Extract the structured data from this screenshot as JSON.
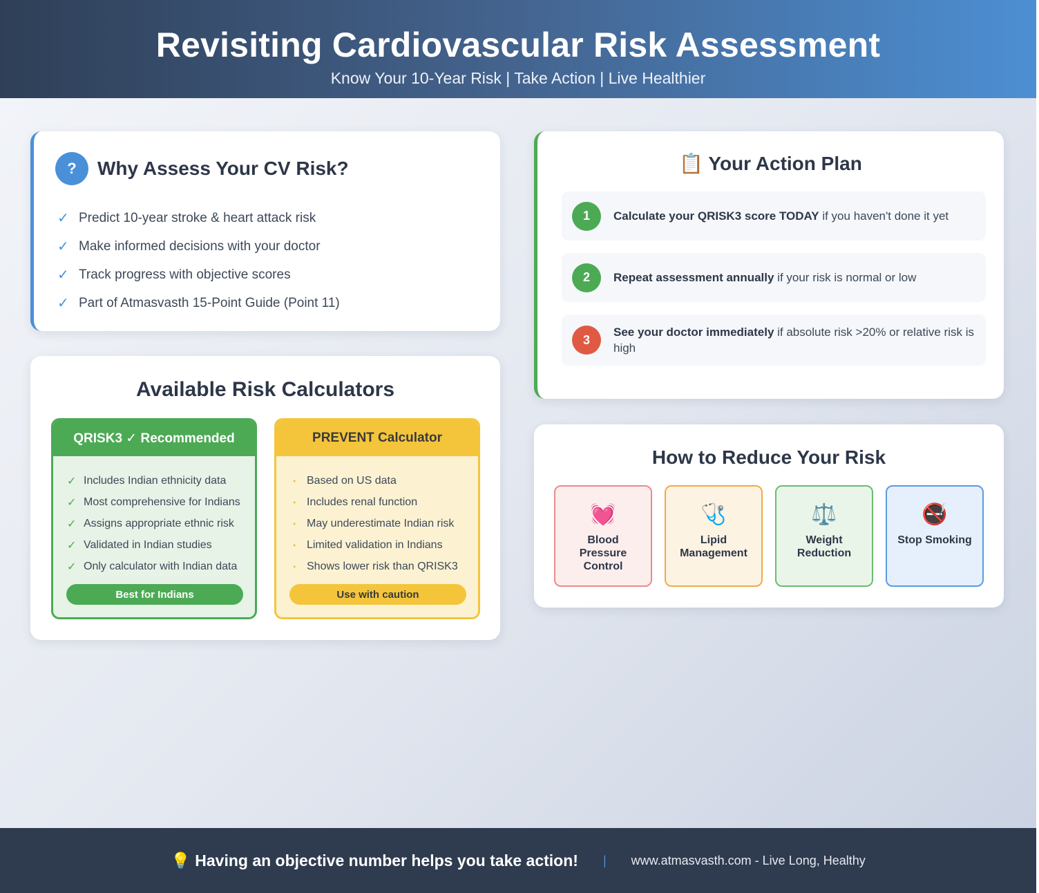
{
  "header": {
    "title": "Revisiting Cardiovascular Risk Assessment",
    "subtitle": "Know Your 10-Year Risk | Take Action | Live Healthier"
  },
  "why": {
    "icon": "question-icon",
    "icon_glyph": "?",
    "title": "Why Assess Your CV Risk?",
    "check_glyph": "✓",
    "items": [
      "Predict 10-year stroke & heart attack risk",
      "Make informed decisions with your doctor",
      "Track progress with objective scores",
      "Part of Atmasvasth 15-Point Guide (Point 11)"
    ]
  },
  "calculators": {
    "title": "Available Risk Calculators",
    "qrisk": {
      "title": "QRISK3 ✓ Recommended",
      "mark": "✓",
      "items": [
        "Includes Indian ethnicity data",
        "Most comprehensive for Indians",
        "Assigns appropriate ethnic risk",
        "Validated in Indian studies",
        "Only calculator with Indian data"
      ],
      "badge": "Best for Indians",
      "color": "#4caa55"
    },
    "prevent": {
      "title": "PREVENT Calculator",
      "mark": "•",
      "items": [
        "Based on US data",
        "Includes renal function",
        "May underestimate Indian risk",
        "Limited validation in Indians",
        "Shows lower risk than QRISK3"
      ],
      "badge": "Use with caution",
      "color": "#f4c53b"
    }
  },
  "plan": {
    "title": "📋 Your Action Plan",
    "items": [
      {
        "num": "1",
        "bold": "Calculate your QRISK3 score TODAY",
        "rest": " if you haven't done it yet"
      },
      {
        "num": "2",
        "bold": "Repeat assessment annually",
        "rest": " if your risk is normal or low"
      },
      {
        "num": "3",
        "bold": "See your doctor immediately",
        "rest": " if absolute risk >20% or relative risk is high"
      }
    ]
  },
  "reduce": {
    "title": "How to Reduce Your Risk",
    "tiles": [
      {
        "icon": "heart-icon",
        "glyph": "💓",
        "label": "Blood Pressure Control"
      },
      {
        "icon": "stethoscope-icon",
        "glyph": "🩺",
        "label": "Lipid Management"
      },
      {
        "icon": "scales-icon",
        "glyph": "⚖️",
        "label": "Weight Reduction"
      },
      {
        "icon": "no-smoking-icon",
        "glyph": "🚭",
        "label": "Stop Smoking"
      }
    ]
  },
  "footer": {
    "icon": "lightbulb-icon",
    "message": "💡 Having an objective number helps you take action!",
    "separator": "|",
    "site": "www.atmasvasth.com - Live Long, Healthy"
  },
  "colors": {
    "accent_blue": "#4a90d9",
    "green": "#4caa55",
    "yellow": "#f4c53b",
    "red": "#e05a43",
    "footer_bg": "#2f3b4e"
  }
}
